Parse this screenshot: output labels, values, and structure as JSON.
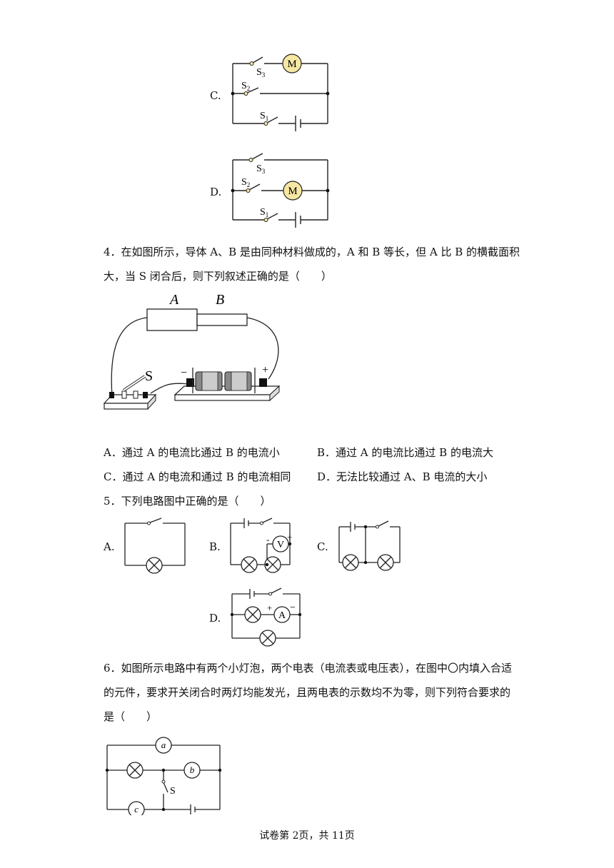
{
  "q3_fig_C": {
    "letter": "C.",
    "s1": "S",
    "s1_sub": "1",
    "s2": "S",
    "s2_sub": "2",
    "s3": "S",
    "s3_sub": "3",
    "motor": "M"
  },
  "q3_fig_D": {
    "letter": "D.",
    "s1": "S",
    "s1_sub": "1",
    "s2": "S",
    "s2_sub": "2",
    "s3": "S",
    "s3_sub": "3",
    "motor": "M"
  },
  "q4": {
    "line1": "4．在如图所示，导体 A、B 是由同种材料做成的，A 和 B 等长，但 A 比 B 的横截面积",
    "line2": "大，当 S 闭合后，则下列叙述正确的是（　　）",
    "fig": {
      "a": "A",
      "b": "B",
      "s": "S",
      "minus": "−",
      "plus": "+"
    },
    "options": [
      "A．通过 A 的电流比通过 B 的电流小",
      "B．通过 A 的电流比通过 B 的电流大",
      "C．通过 A 的电流和通过 B 的电流相同",
      "D．无法比较通过 A、B 电流的大小"
    ]
  },
  "q5": {
    "stem": "5．下列电路图中正确的是（　　）",
    "labels": [
      "A.",
      "B.",
      "C.",
      "D."
    ],
    "voltmeter": "V",
    "ammeter": "A",
    "plus": "+",
    "minus": "−",
    "minus_b": "-"
  },
  "q6": {
    "line1": "6．如图所示电路中有两个小灯泡，两个电表（电流表或电压表），在图中〇内填入合适",
    "line2": "的元件，要求开关闭合时两灯均能发光，且两电表的示数均不为零，则下列符合要求的",
    "line3": "是（　　）",
    "fig": {
      "a": "a",
      "b": "b",
      "c": "c",
      "s": "S"
    }
  },
  "footer": "试卷第 2页，共 11页"
}
